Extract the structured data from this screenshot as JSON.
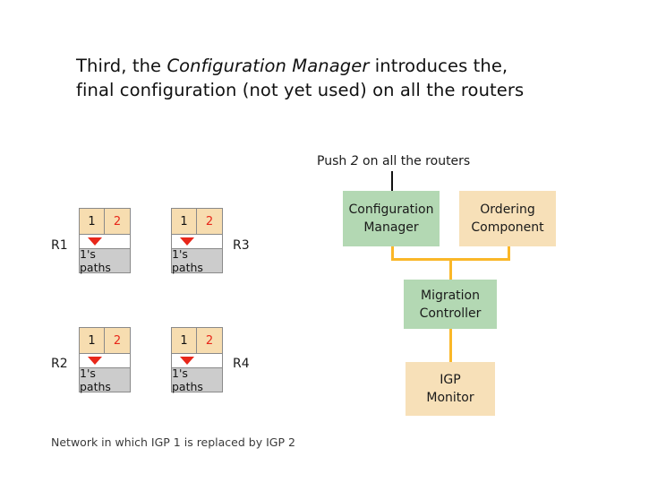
{
  "title": {
    "line1_prefix": "Third, the ",
    "line1_emphasis": "Configuration Manager",
    "line1_suffix": " introduces the,",
    "line2": "final configuration (not yet used) on all the routers"
  },
  "network": {
    "caption": "Network in which IGP 1 is replaced by IGP 2",
    "routers": [
      {
        "id": "R1",
        "label": "R1",
        "label_side": "left",
        "igp_old": "1",
        "igp_new": "2",
        "paths_text": "1's paths",
        "active_marker": "old"
      },
      {
        "id": "R3",
        "label": "R3",
        "label_side": "right",
        "igp_old": "1",
        "igp_new": "2",
        "paths_text": "1's paths",
        "active_marker": "old"
      },
      {
        "id": "R2",
        "label": "R2",
        "label_side": "left",
        "igp_old": "1",
        "igp_new": "2",
        "paths_text": "1's paths",
        "active_marker": "old"
      },
      {
        "id": "R4",
        "label": "R4",
        "label_side": "right",
        "igp_old": "1",
        "igp_new": "2",
        "paths_text": "1's paths",
        "active_marker": "old"
      }
    ]
  },
  "architecture": {
    "push_label": {
      "prefix": "Push ",
      "emphasis": "2",
      "suffix": " on all the routers"
    },
    "boxes": [
      {
        "id": "configuration-manager",
        "line1": "Configuration",
        "line2": "Manager",
        "color": "#b3d8b3"
      },
      {
        "id": "ordering-component",
        "line1": "Ordering",
        "line2": "Component",
        "color": "#f7e0b8"
      },
      {
        "id": "migration-controller",
        "line1": "Migration",
        "line2": "Controller",
        "color": "#b3d8b3"
      },
      {
        "id": "igp-monitor",
        "line1": "IGP",
        "line2": "Monitor",
        "color": "#f7e0b8"
      }
    ]
  },
  "colors": {
    "green": "#b3d8b3",
    "tan": "#f7e0b8",
    "connector": "#fab728",
    "red": "#e8271a",
    "gray": "#cccccc",
    "router_header": "#f7ddb0"
  }
}
